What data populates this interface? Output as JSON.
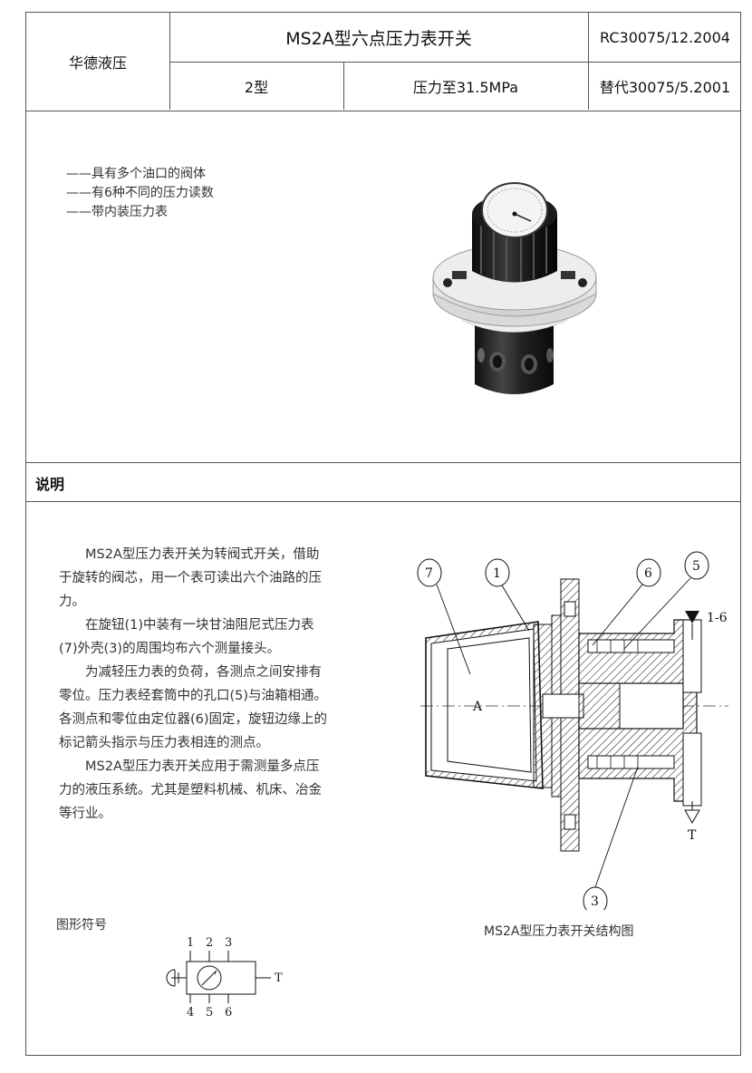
{
  "header": {
    "company": "华德液压",
    "title": "MS2A型六点压力表开关",
    "doc_code": "RC30075/12.2004",
    "model": "2型",
    "pressure": "压力至31.5MPa",
    "replaces": "替代30075/5.2001"
  },
  "features": [
    "——具有多个油口的阀体",
    "——有6种不同的压力读数",
    "——带内装压力表"
  ],
  "section": {
    "title": "说明"
  },
  "description": [
    "MS2A型压力表开关为转阀式开关，借助于旋转的阀芯，用一个表可读出六个油路的压力。",
    "在旋钮(1)中装有一块甘油阻尼式压力表(7)外壳(3)的周围均布六个测量接头。",
    "为减轻压力表的负荷，各测点之间安排有零位。压力表经套筒中的孔口(5)与油箱相通。各测点和零位由定位器(6)固定，旋钮边缘上的标记箭头指示与压力表相连的测点。",
    "MS2A型压力表开关应用于需测量多点压力的液压系统。尤其是塑料机械、机床、冶金等行业。"
  ],
  "diagram": {
    "caption": "MS2A型压力表开关结构图",
    "callouts": [
      "7",
      "1",
      "6",
      "5",
      "3"
    ],
    "port_top": "1-6",
    "port_bottom": "T"
  },
  "symbol": {
    "title": "图形符号",
    "top_numbers": [
      "1",
      "2",
      "3"
    ],
    "bottom_numbers": [
      "4",
      "5",
      "6"
    ],
    "tank_port": "T"
  }
}
